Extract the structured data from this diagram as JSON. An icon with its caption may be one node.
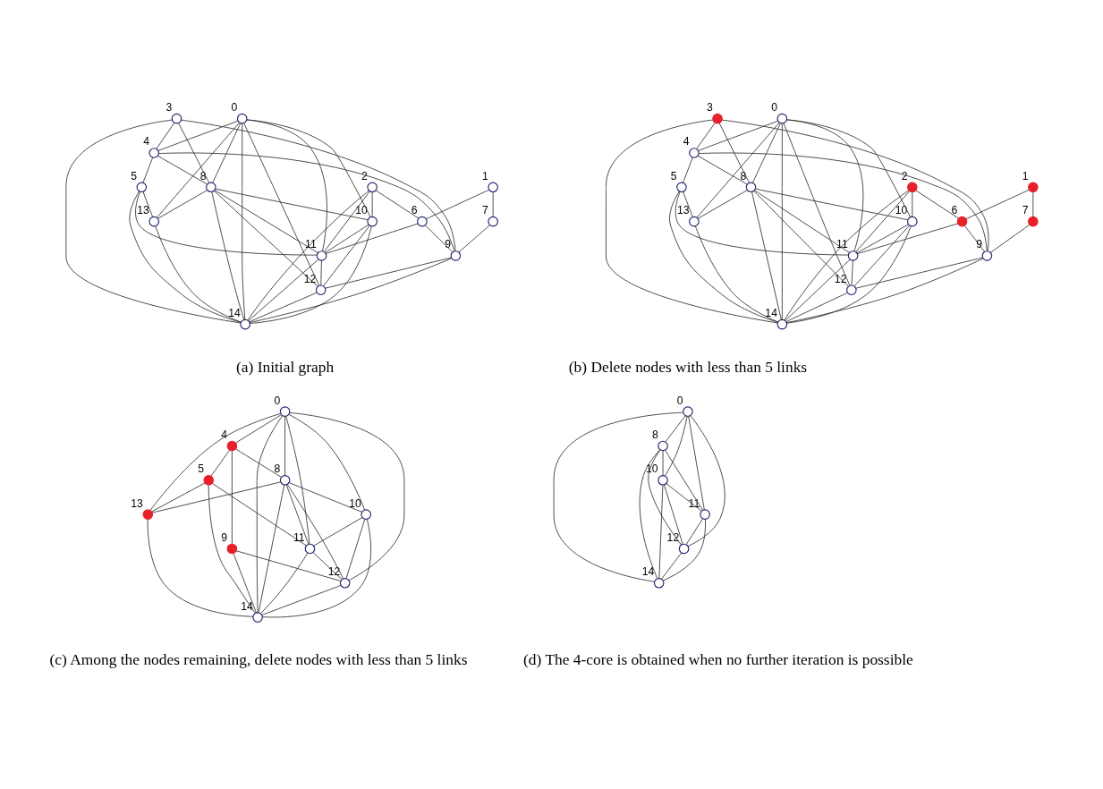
{
  "diagram": {
    "nodes": [
      {
        "text": [],
        "shape": "circle",
        "beside": [
          "0"
        ]
      },
      {
        "text": [],
        "shape": "circle",
        "beside": [
          "1"
        ]
      },
      {
        "text": [],
        "shape": "circle",
        "beside": [
          "2"
        ]
      },
      {
        "text": [],
        "shape": "circle",
        "beside": [
          "3"
        ]
      },
      {
        "text": [],
        "shape": "circle",
        "beside": [
          "4"
        ]
      },
      {
        "text": [],
        "shape": "circle",
        "beside": [
          "5"
        ]
      },
      {
        "text": [],
        "shape": "circle",
        "beside": [
          "6"
        ]
      },
      {
        "text": [],
        "shape": "circle",
        "beside": [
          "7"
        ]
      },
      {
        "text": [],
        "shape": "circle",
        "beside": [
          "8"
        ]
      },
      {
        "text": [],
        "shape": "circle",
        "beside": [
          "9"
        ]
      },
      {
        "text": [],
        "shape": "circle",
        "beside": [
          "10"
        ]
      },
      {
        "text": [],
        "shape": "circle",
        "beside": [
          "11"
        ]
      },
      {
        "text": [],
        "shape": "circle",
        "beside": [
          "12"
        ]
      },
      {
        "text": [],
        "shape": "circle",
        "beside": [
          "13"
        ]
      },
      {
        "text": [],
        "shape": "circle",
        "beside": [
          "14"
        ]
      },
      {
        "text": [],
        "shape": "circle",
        "beside": [
          "0"
        ]
      },
      {
        "text": [],
        "shape": "circle",
        "beside": [
          "1"
        ]
      },
      {
        "text": [],
        "shape": "circle",
        "beside": [
          "2"
        ]
      },
      {
        "text": [],
        "shape": "circle",
        "beside": [
          "3"
        ]
      },
      {
        "text": [],
        "shape": "circle",
        "beside": [
          "4"
        ]
      },
      {
        "text": [],
        "shape": "circle",
        "beside": [
          "5"
        ]
      },
      {
        "text": [],
        "shape": "circle",
        "beside": [
          "6"
        ]
      },
      {
        "text": [],
        "shape": "circle",
        "beside": [
          "7"
        ]
      },
      {
        "text": [],
        "shape": "circle",
        "beside": [
          "8"
        ]
      },
      {
        "text": [],
        "shape": "circle",
        "beside": [
          "9"
        ]
      },
      {
        "text": [],
        "shape": "circle",
        "beside": [
          "10"
        ]
      },
      {
        "text": [],
        "shape": "circle",
        "beside": [
          "11"
        ]
      },
      {
        "text": [],
        "shape": "circle",
        "beside": [
          "12"
        ]
      },
      {
        "text": [],
        "shape": "circle",
        "beside": [
          "13"
        ]
      },
      {
        "text": [],
        "shape": "circle",
        "beside": [
          "14"
        ]
      },
      {
        "text": [],
        "shape": "circle",
        "beside": [
          "0"
        ]
      },
      {
        "text": [],
        "shape": "circle",
        "beside": [
          "4"
        ]
      },
      {
        "text": [],
        "shape": "circle",
        "beside": [
          "5"
        ]
      },
      {
        "text": [],
        "shape": "circle",
        "beside": [
          "8"
        ]
      },
      {
        "text": [],
        "shape": "circle",
        "beside": [
          "9"
        ]
      },
      {
        "text": [],
        "shape": "circle",
        "beside": [
          "10"
        ]
      },
      {
        "text": [],
        "shape": "circle",
        "beside": [
          "11"
        ]
      },
      {
        "text": [],
        "shape": "circle",
        "beside": [
          "12"
        ]
      },
      {
        "text": [],
        "shape": "circle",
        "beside": [
          "13"
        ]
      },
      {
        "text": [],
        "shape": "circle",
        "beside": [
          "14"
        ]
      },
      {
        "text": [],
        "shape": "circle",
        "beside": [
          "0"
        ]
      },
      {
        "text": [],
        "shape": "circle",
        "beside": [
          "8"
        ]
      },
      {
        "text": [],
        "shape": "circle",
        "beside": [
          "10"
        ]
      },
      {
        "text": [],
        "shape": "circle",
        "beside": [
          "11"
        ]
      },
      {
        "text": [],
        "shape": "circle",
        "beside": [
          "12"
        ]
      },
      {
        "text": [],
        "shape": "circle",
        "beside": [
          "14"
        ]
      }
    ],
    "edges": [
      {
        "from": 10,
        "to": 11,
        "arrow": "none"
      },
      {
        "from": 8,
        "to": 11,
        "arrow": "none"
      },
      {
        "from": 0,
        "to": 11,
        "arrow": "none"
      },
      {
        "from": 11,
        "to": 14,
        "arrow": "none"
      },
      {
        "from": 11,
        "to": 12,
        "arrow": "none"
      },
      {
        "from": 10,
        "to": 14,
        "arrow": "none"
      },
      {
        "from": 0,
        "to": 10,
        "arrow": "none"
      },
      {
        "from": 8,
        "to": 10,
        "arrow": "none"
      },
      {
        "from": 10,
        "to": 12,
        "arrow": "none"
      },
      {
        "from": 0,
        "to": 8,
        "arrow": "none"
      },
      {
        "from": 0,
        "to": 12,
        "arrow": "none"
      },
      {
        "from": 0,
        "to": 14,
        "arrow": "none"
      },
      {
        "from": 8,
        "to": 12,
        "arrow": "none"
      },
      {
        "from": 8,
        "to": 14,
        "arrow": "none"
      },
      {
        "from": 12,
        "to": 14,
        "arrow": "none"
      },
      {
        "from": 4,
        "to": 9,
        "arrow": "none"
      },
      {
        "from": 0,
        "to": 4,
        "arrow": "none"
      },
      {
        "from": 4,
        "to": 8,
        "arrow": "none"
      },
      {
        "from": 4,
        "to": 5,
        "arrow": "none"
      },
      {
        "from": 13,
        "to": 14,
        "arrow": "none"
      },
      {
        "from": 8,
        "to": 13,
        "arrow": "none"
      },
      {
        "from": 0,
        "to": 13,
        "arrow": "none"
      },
      {
        "from": 5,
        "to": 13,
        "arrow": "none"
      },
      {
        "from": 9,
        "to": 14,
        "arrow": "none"
      },
      {
        "from": 9,
        "to": 12,
        "arrow": "none"
      },
      {
        "from": 5,
        "to": 14,
        "arrow": "none"
      },
      {
        "from": 5,
        "to": 11,
        "arrow": "none"
      },
      {
        "from": 6,
        "to": 11,
        "arrow": "none"
      },
      {
        "from": 6,
        "to": 9,
        "arrow": "none"
      },
      {
        "from": 2,
        "to": 6,
        "arrow": "none"
      },
      {
        "from": 1,
        "to": 6,
        "arrow": "none"
      },
      {
        "from": 2,
        "to": 11,
        "arrow": "none"
      },
      {
        "from": 2,
        "to": 10,
        "arrow": "none"
      },
      {
        "from": 2,
        "to": 14,
        "arrow": "none"
      },
      {
        "from": 3,
        "to": 9,
        "arrow": "none"
      },
      {
        "from": 3,
        "to": 14,
        "arrow": "none"
      },
      {
        "from": 3,
        "to": 4,
        "arrow": "none"
      },
      {
        "from": 3,
        "to": 8,
        "arrow": "none"
      },
      {
        "from": 1,
        "to": 7,
        "arrow": "none"
      },
      {
        "from": 7,
        "to": 9,
        "arrow": "none"
      },
      {
        "from": 25,
        "to": 26,
        "arrow": "none"
      },
      {
        "from": 23,
        "to": 26,
        "arrow": "none"
      },
      {
        "from": 15,
        "to": 26,
        "arrow": "none"
      },
      {
        "from": 26,
        "to": 29,
        "arrow": "none"
      },
      {
        "from": 26,
        "to": 27,
        "arrow": "none"
      },
      {
        "from": 25,
        "to": 29,
        "arrow": "none"
      },
      {
        "from": 15,
        "to": 25,
        "arrow": "none"
      },
      {
        "from": 23,
        "to": 25,
        "arrow": "none"
      },
      {
        "from": 25,
        "to": 27,
        "arrow": "none"
      },
      {
        "from": 15,
        "to": 23,
        "arrow": "none"
      },
      {
        "from": 15,
        "to": 27,
        "arrow": "none"
      },
      {
        "from": 15,
        "to": 29,
        "arrow": "none"
      },
      {
        "from": 23,
        "to": 27,
        "arrow": "none"
      },
      {
        "from": 23,
        "to": 29,
        "arrow": "none"
      },
      {
        "from": 27,
        "to": 29,
        "arrow": "none"
      },
      {
        "from": 19,
        "to": 24,
        "arrow": "none"
      },
      {
        "from": 15,
        "to": 19,
        "arrow": "none"
      },
      {
        "from": 19,
        "to": 23,
        "arrow": "none"
      },
      {
        "from": 19,
        "to": 20,
        "arrow": "none"
      },
      {
        "from": 28,
        "to": 29,
        "arrow": "none"
      },
      {
        "from": 23,
        "to": 28,
        "arrow": "none"
      },
      {
        "from": 15,
        "to": 28,
        "arrow": "none"
      },
      {
        "from": 20,
        "to": 28,
        "arrow": "none"
      },
      {
        "from": 24,
        "to": 29,
        "arrow": "none"
      },
      {
        "from": 24,
        "to": 27,
        "arrow": "none"
      },
      {
        "from": 20,
        "to": 29,
        "arrow": "none"
      },
      {
        "from": 20,
        "to": 26,
        "arrow": "none"
      },
      {
        "from": 21,
        "to": 26,
        "arrow": "none"
      },
      {
        "from": 21,
        "to": 24,
        "arrow": "none"
      },
      {
        "from": 17,
        "to": 21,
        "arrow": "none"
      },
      {
        "from": 16,
        "to": 21,
        "arrow": "none"
      },
      {
        "from": 17,
        "to": 26,
        "arrow": "none"
      },
      {
        "from": 17,
        "to": 25,
        "arrow": "none"
      },
      {
        "from": 17,
        "to": 29,
        "arrow": "none"
      },
      {
        "from": 18,
        "to": 24,
        "arrow": "none"
      },
      {
        "from": 18,
        "to": 29,
        "arrow": "none"
      },
      {
        "from": 18,
        "to": 19,
        "arrow": "none"
      },
      {
        "from": 18,
        "to": 23,
        "arrow": "none"
      },
      {
        "from": 16,
        "to": 22,
        "arrow": "none"
      },
      {
        "from": 22,
        "to": 24,
        "arrow": "none"
      },
      {
        "from": 35,
        "to": 36,
        "arrow": "none"
      },
      {
        "from": 33,
        "to": 36,
        "arrow": "none"
      },
      {
        "from": 30,
        "to": 36,
        "arrow": "none"
      },
      {
        "from": 36,
        "to": 39,
        "arrow": "none"
      },
      {
        "from": 36,
        "to": 37,
        "arrow": "none"
      },
      {
        "from": 35,
        "to": 39,
        "arrow": "none"
      },
      {
        "from": 30,
        "to": 35,
        "arrow": "none"
      },
      {
        "from": 33,
        "to": 35,
        "arrow": "none"
      },
      {
        "from": 35,
        "to": 37,
        "arrow": "none"
      },
      {
        "from": 30,
        "to": 33,
        "arrow": "none"
      },
      {
        "from": 30,
        "to": 37,
        "arrow": "none"
      },
      {
        "from": 30,
        "to": 39,
        "arrow": "none"
      },
      {
        "from": 33,
        "to": 37,
        "arrow": "none"
      },
      {
        "from": 33,
        "to": 39,
        "arrow": "none"
      },
      {
        "from": 37,
        "to": 39,
        "arrow": "none"
      },
      {
        "from": 31,
        "to": 34,
        "arrow": "none"
      },
      {
        "from": 30,
        "to": 31,
        "arrow": "none"
      },
      {
        "from": 31,
        "to": 33,
        "arrow": "none"
      },
      {
        "from": 31,
        "to": 32,
        "arrow": "none"
      },
      {
        "from": 38,
        "to": 39,
        "arrow": "none"
      },
      {
        "from": 33,
        "to": 38,
        "arrow": "none"
      },
      {
        "from": 30,
        "to": 38,
        "arrow": "none"
      },
      {
        "from": 32,
        "to": 38,
        "arrow": "none"
      },
      {
        "from": 34,
        "to": 39,
        "arrow": "none"
      },
      {
        "from": 34,
        "to": 37,
        "arrow": "none"
      },
      {
        "from": 32,
        "to": 39,
        "arrow": "none"
      },
      {
        "from": 32,
        "to": 36,
        "arrow": "none"
      },
      {
        "from": 42,
        "to": 43,
        "arrow": "none"
      },
      {
        "from": 41,
        "to": 43,
        "arrow": "none"
      },
      {
        "from": 40,
        "to": 43,
        "arrow": "none"
      },
      {
        "from": 43,
        "to": 45,
        "arrow": "none"
      },
      {
        "from": 43,
        "to": 44,
        "arrow": "none"
      },
      {
        "from": 42,
        "to": 45,
        "arrow": "none"
      },
      {
        "from": 40,
        "to": 42,
        "arrow": "none"
      },
      {
        "from": 41,
        "to": 42,
        "arrow": "none"
      },
      {
        "from": 42,
        "to": 44,
        "arrow": "none"
      },
      {
        "from": 40,
        "to": 41,
        "arrow": "none"
      },
      {
        "from": 40,
        "to": 44,
        "arrow": "none"
      },
      {
        "from": 40,
        "to": 45,
        "arrow": "none"
      },
      {
        "from": 41,
        "to": 44,
        "arrow": "none"
      },
      {
        "from": 41,
        "to": 45,
        "arrow": "none"
      },
      {
        "from": 44,
        "to": 45,
        "arrow": "none"
      }
    ],
    "labels": [
      "(a) Initial graph",
      "(b) Delete nodes with less than 5 links",
      "(c) Among the nodes remaining, delete nodes with less than 5 links",
      "(d) The 4-core is obtained when no further iteration is possible"
    ]
  }
}
